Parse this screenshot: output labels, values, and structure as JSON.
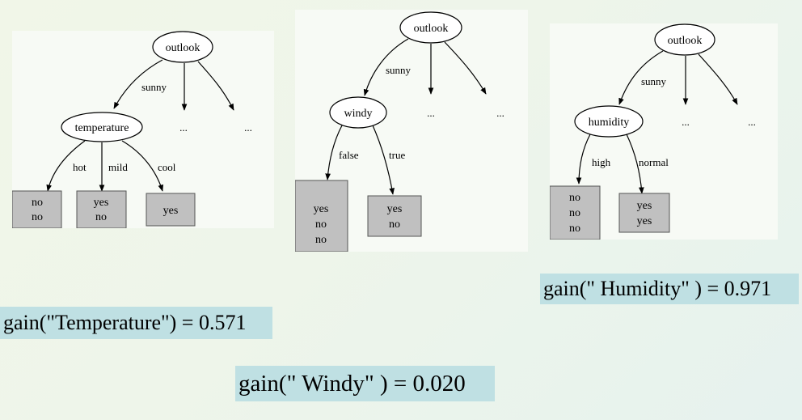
{
  "trees": [
    {
      "root": "outlook",
      "branch": "sunny",
      "others": [
        "...",
        "..."
      ],
      "attribute": "temperature",
      "leaves": [
        {
          "edge": "hot",
          "lines": [
            "no",
            "no"
          ]
        },
        {
          "edge": "mild",
          "lines": [
            "yes",
            "no"
          ]
        },
        {
          "edge": "cool",
          "lines": [
            "yes"
          ]
        }
      ]
    },
    {
      "root": "outlook",
      "branch": "sunny",
      "others": [
        "...",
        "..."
      ],
      "attribute": "windy",
      "leaves": [
        {
          "edge": "false",
          "lines": [
            "yes",
            "no",
            "no"
          ]
        },
        {
          "edge": "true",
          "lines": [
            "yes",
            "no"
          ]
        }
      ]
    },
    {
      "root": "outlook",
      "branch": "sunny",
      "others": [
        "...",
        "..."
      ],
      "attribute": "humidity",
      "leaves": [
        {
          "edge": "high",
          "lines": [
            "no",
            "no",
            "no"
          ]
        },
        {
          "edge": "normal",
          "lines": [
            "yes",
            "yes"
          ]
        }
      ]
    }
  ],
  "gains": {
    "temperature": "gain(\"Temperature\") = 0.571",
    "windy": "gain(\" Windy\" ) = 0.020",
    "humidity": "gain(\" Humidity\" ) = 0.971"
  },
  "colors": {
    "leaf_fill": "#c0c0c0",
    "gain_background": "#bfe0e3"
  }
}
